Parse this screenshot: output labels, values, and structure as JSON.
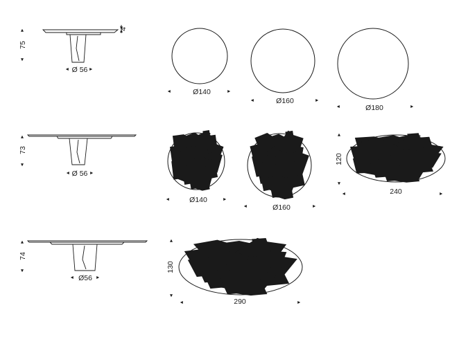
{
  "rows": [
    {
      "side": {
        "height": "75",
        "base": "Ø 56",
        "top_thickness": "4"
      },
      "tops": [
        {
          "label": "Ø140",
          "shape": "circle",
          "pattern": "plain"
        },
        {
          "label": "Ø160",
          "shape": "circle",
          "pattern": "plain"
        },
        {
          "label": "Ø180",
          "shape": "circle",
          "pattern": "plain"
        }
      ]
    },
    {
      "side": {
        "height": "73",
        "base": "Ø 56"
      },
      "tops": [
        {
          "label": "Ø140",
          "shape": "circle",
          "pattern": "marble"
        },
        {
          "label": "Ø160",
          "shape": "circle",
          "pattern": "marble"
        },
        {
          "label": "240",
          "height_label": "120",
          "shape": "ellipse",
          "pattern": "marble"
        }
      ]
    },
    {
      "side": {
        "height": "74",
        "base": "Ø56"
      },
      "tops": [
        {
          "label": "290",
          "height_label": "130",
          "shape": "ellipse",
          "pattern": "marble"
        }
      ]
    }
  ],
  "colors": {
    "line": "#1a1a1a",
    "background": "#ffffff"
  }
}
